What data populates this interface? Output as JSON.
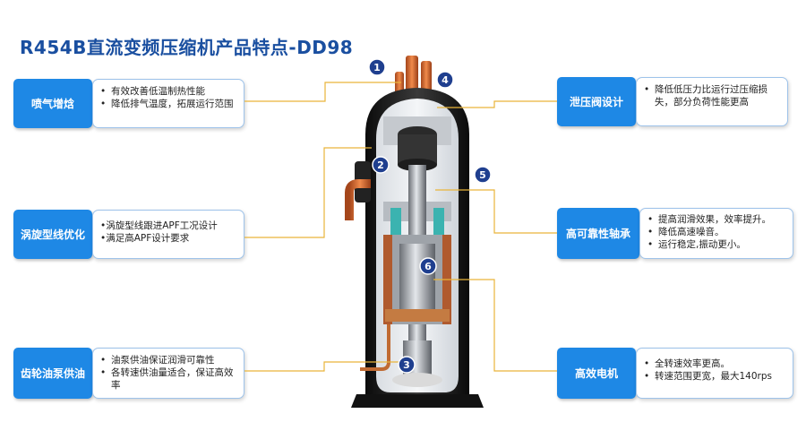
{
  "title": "R454B直流变频压缩机产品特点-DD98",
  "features": [
    {
      "label": "喷气增焓",
      "bullets": [
        "有效改善低温制热性能",
        "降低排气温度，拓展运行范围"
      ]
    },
    {
      "label": "涡旋型线优化",
      "bullets": [
        "•涡旋型线跟进APF工况设计",
        "•满足高APF设计要求"
      ]
    },
    {
      "label": "齿轮油泵供油",
      "bullets": [
        "油泵供油保证润滑可靠性",
        "各转速供油量适合，保证高效率"
      ]
    },
    {
      "label": "泄压阀设计",
      "bullets": [
        "降低低压力比运行过压缩损失，部分负荷性能更高"
      ]
    },
    {
      "label": "高可靠性轴承",
      "bullets": [
        "提高润滑效果，效率提升。",
        "降低高速噪音。",
        "运行稳定,振动更小。"
      ]
    },
    {
      "label": "高效电机",
      "bullets": [
        "全转速效率更高。",
        "转速范围更宽，最大140rps"
      ]
    }
  ],
  "markers": [
    "1",
    "2",
    "3",
    "4",
    "5",
    "6"
  ],
  "colors": {
    "accent": "#1e88e5",
    "title": "#1a4fa0",
    "marker": "#1f3f8f",
    "leader": "#e9b53a"
  }
}
